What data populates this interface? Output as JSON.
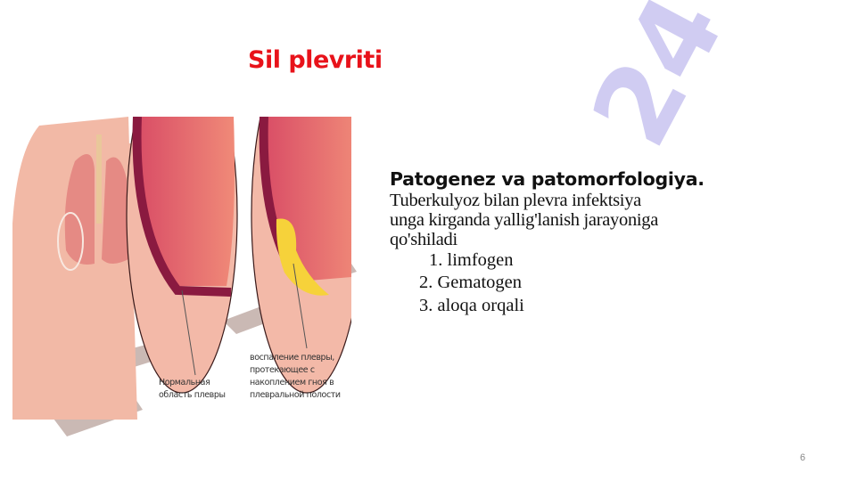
{
  "slide": {
    "title": "Sil plevriti",
    "heading": "Patogenez va patomorfologiya.",
    "paragraph_lines": [
      "Tuberkulyoz bilan plevra infektsiya",
      "unga kirganda yallig'lanish jarayoniga",
      "qo'shiladi"
    ],
    "list": [
      "1. limfogen",
      "2. Gematogen",
      "3. aloqa orqali"
    ],
    "page_number": "6"
  },
  "illustration": {
    "caption_normal": [
      "Нормальная",
      "область плевры"
    ],
    "caption_inflamed": [
      "воспаление плевры,",
      "протекающее с",
      "накоплением гноя в",
      "плевральной полости"
    ]
  },
  "watermark": {
    "text": "24"
  },
  "colors": {
    "title": "#e8121a",
    "watermark_purple": "#c8c4f0",
    "watermark_brown": "#a08078"
  }
}
